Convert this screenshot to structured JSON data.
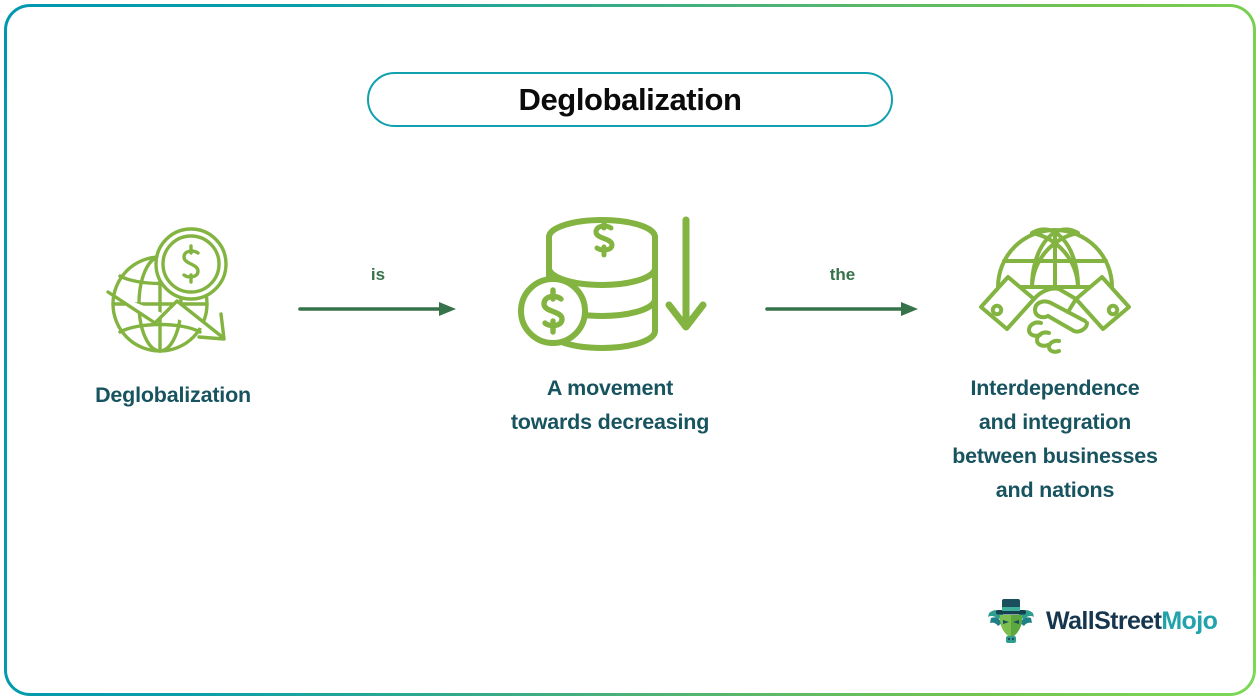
{
  "page": {
    "title": "Deglobalization",
    "border_gradient_from": "#0098b0",
    "border_gradient_to": "#7ed957"
  },
  "diagram": {
    "type": "flow",
    "accent_green": "#83b441",
    "text_teal": "#18545f",
    "arrow_green": "#36734a",
    "nodes": [
      {
        "id": "deglobalization",
        "icon": "globe-dollar-down-arrow-icon",
        "label_lines": [
          "Deglobalization"
        ],
        "label": "Deglobalization"
      },
      {
        "id": "movement-decreasing",
        "icon": "coin-stack-down-arrow-icon",
        "label_lines": [
          "A movement",
          "towards decreasing"
        ],
        "label": "A movement towards decreasing"
      },
      {
        "id": "interdependence",
        "icon": "handshake-globe-icon",
        "label_lines": [
          "Interdependence",
          "and integration",
          "between businesses",
          "and nations"
        ],
        "label": "Interdependence and integration between businesses and nations"
      }
    ],
    "connectors": [
      {
        "id": "connector-1",
        "label": "is",
        "from": "deglobalization",
        "to": "movement-decreasing"
      },
      {
        "id": "connector-2",
        "label": "the",
        "from": "movement-decreasing",
        "to": "interdependence"
      }
    ]
  },
  "logo": {
    "icon": "bull-tophat-mascot-icon",
    "part1": "WallStreet",
    "part2": "Mojo"
  }
}
